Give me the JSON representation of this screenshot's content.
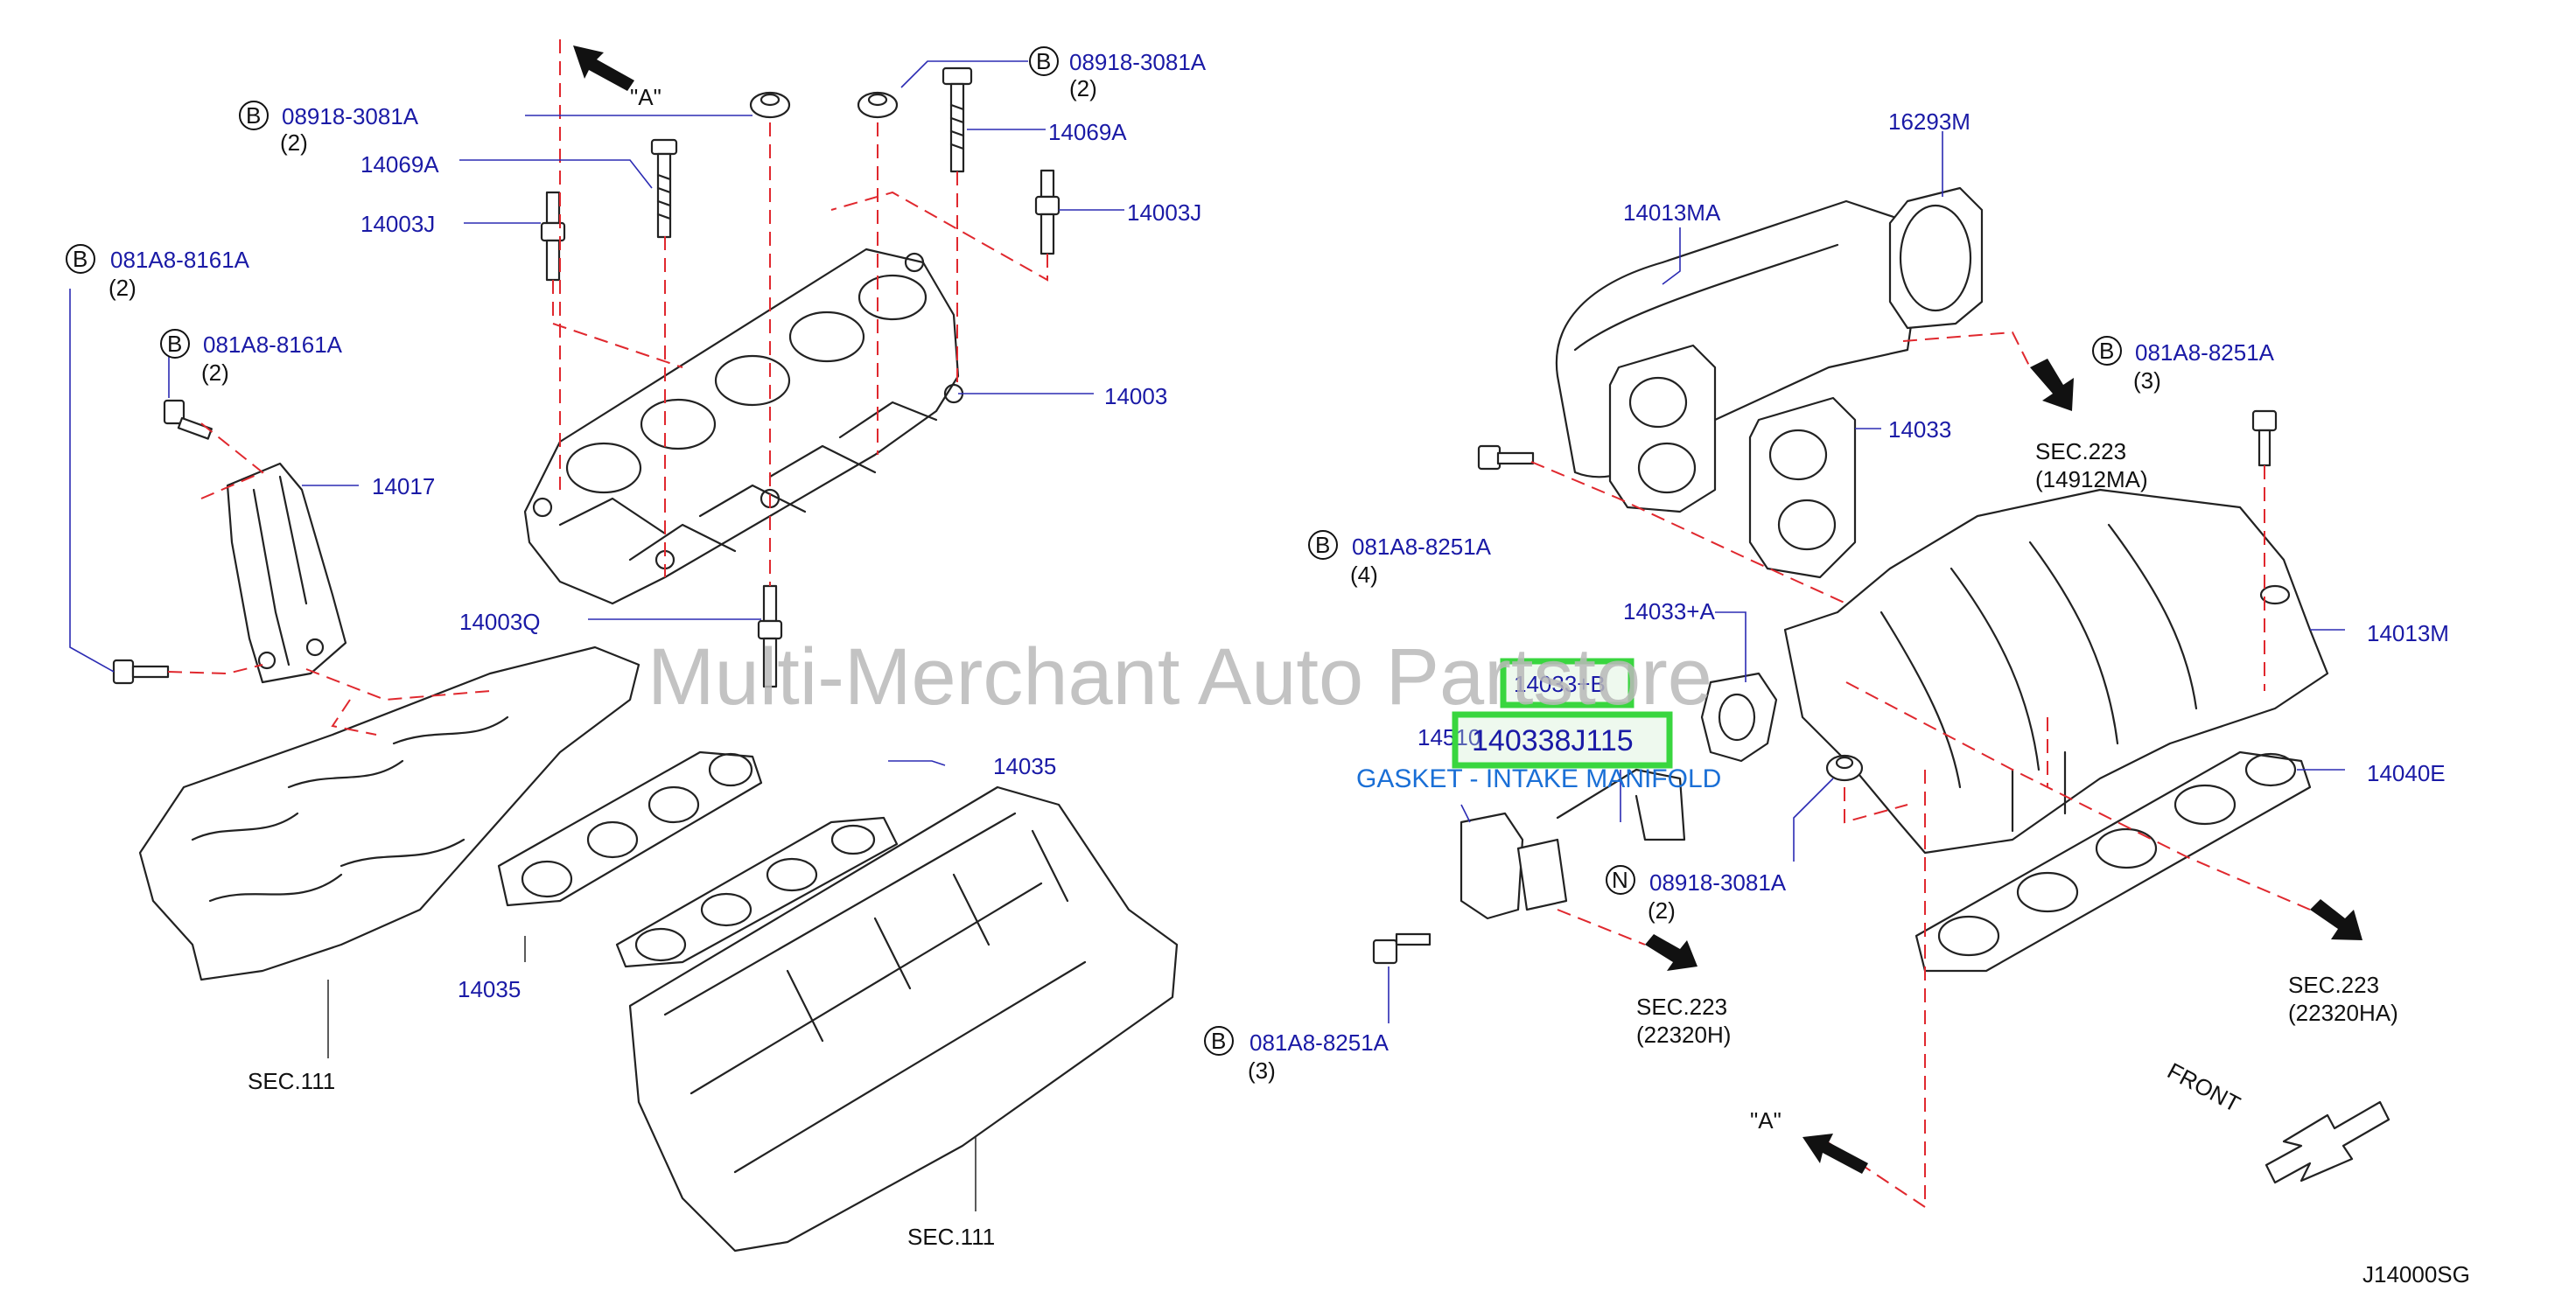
{
  "watermark": "Multi-Merchant Auto Partstore",
  "drawing_id": "J14000SG",
  "front_label": "FRONT",
  "view_a": "\"A\"",
  "highlight": {
    "part_number": "140338J115",
    "description": "GASKET - INTAKE MANIFOLD",
    "callout": "14033+B"
  },
  "callouts": {
    "c_08918_left": "08918-3081A",
    "c_08918_left_qty": "(2)",
    "c_08918_top": "08918-3081A",
    "c_08918_top_qty": "(2)",
    "c_14069a_left": "14069A",
    "c_14069a_right": "14069A",
    "c_14003j_left": "14003J",
    "c_14003j_right": "14003J",
    "c_081a8_a": "081A8-8161A",
    "c_081a8_a_qty": "(2)",
    "c_081a8_b": "081A8-8161A",
    "c_081a8_b_qty": "(2)",
    "c_14017": "14017",
    "c_14003": "14003",
    "c_14003q": "14003Q",
    "c_14035_top": "14035",
    "c_14035_bottom": "14035",
    "c_sec111_left": "SEC.111",
    "c_sec111_bottom": "SEC.111",
    "c_16293m": "16293M",
    "c_14013ma": "14013MA",
    "c_081a8_8251_top": "081A8-8251A",
    "c_081a8_8251_top_qty": "(3)",
    "c_sec223_14912": "SEC.223",
    "c_sec223_14912_ref": "(14912MA)",
    "c_14033": "14033",
    "c_081a8_8251_mid": "081A8-8251A",
    "c_081a8_8251_mid_qty": "(4)",
    "c_14033a": "14033+A",
    "c_14013m": "14013M",
    "c_14510": "14510",
    "c_14040e": "14040E",
    "c_08918_n": "08918-3081A",
    "c_08918_n_qty": "(2)",
    "c_sec223_22320h": "SEC.223",
    "c_sec223_22320h_ref": "(22320H)",
    "c_sec223_22320ha": "SEC.223",
    "c_sec223_22320ha_ref": "(22320HA)",
    "c_081a8_8251_bot": "081A8-8251A",
    "c_081a8_8251_bot_qty": "(3)"
  },
  "markers": {
    "b": "B",
    "n": "N"
  },
  "colors": {
    "callout_text": "#1a1aa6",
    "dashed_lines": "#e0282e",
    "highlight_box": "#39d63f",
    "description": "#1a6fd6",
    "watermark": "#b9b9b9"
  }
}
